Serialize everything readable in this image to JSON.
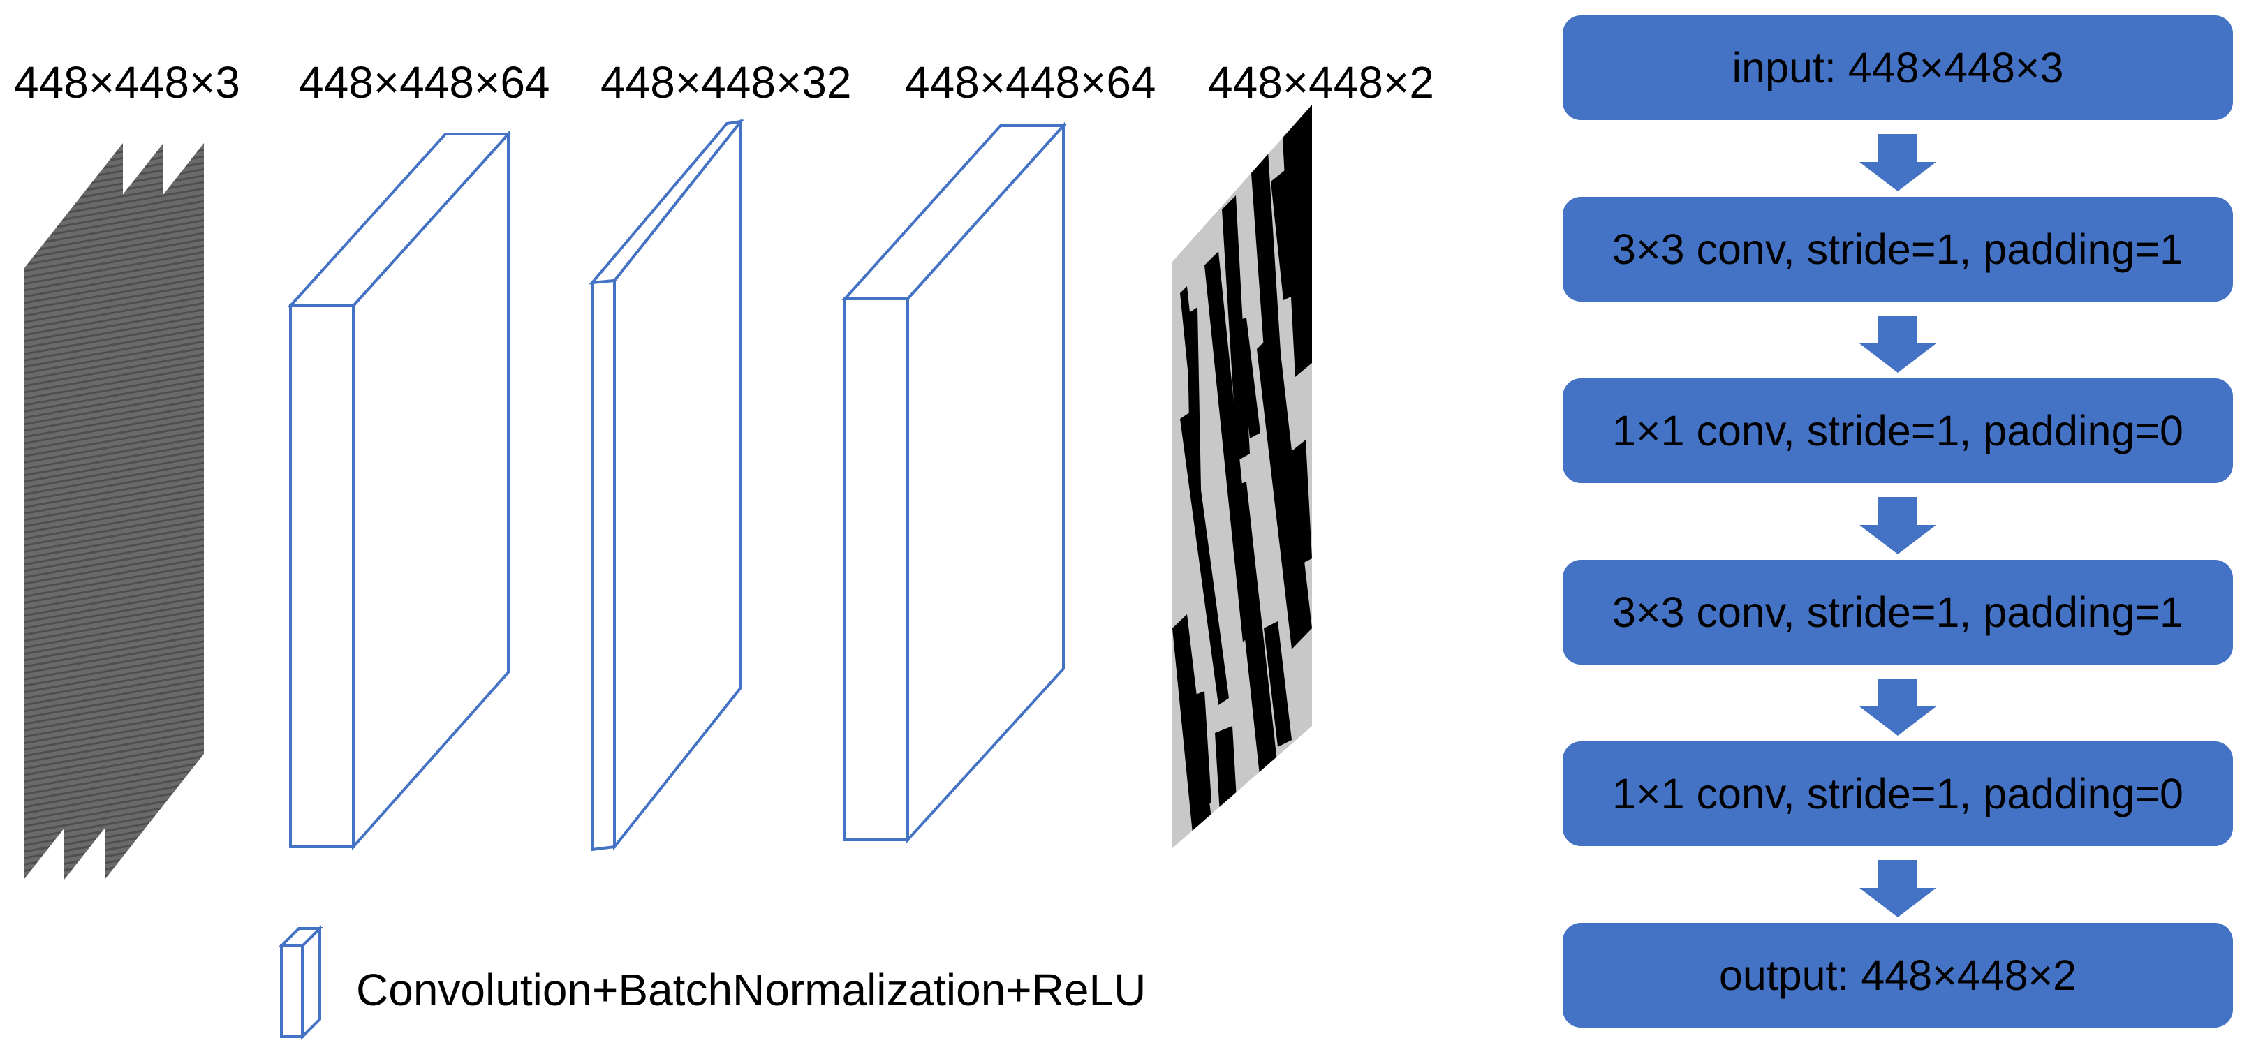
{
  "colors": {
    "accent": "#4472c4",
    "outline": "#4472c4",
    "text": "#000000",
    "background": "#ffffff",
    "input_slice": "#666666",
    "output_light": "#c8c8c8",
    "output_dark": "#000000"
  },
  "network": {
    "dimension_labels": [
      "448×448×3",
      "448×448×64",
      "448×448×32",
      "448×448×64",
      "448×448×2"
    ],
    "input_image": "input-feature-slices",
    "output_image": "segmentation-output-map"
  },
  "legend": {
    "icon": "conv-block-icon",
    "label": "Convolution+BatchNormalization+ReLU"
  },
  "flowchart": {
    "steps": [
      "input: 448×448×3",
      "3×3 conv, stride=1, padding=1",
      "1×1 conv, stride=1, padding=0",
      "3×3 conv, stride=1, padding=1",
      "1×1 conv, stride=1, padding=0",
      "output: 448×448×2"
    ],
    "arrow_icon": "down-arrow-icon"
  }
}
